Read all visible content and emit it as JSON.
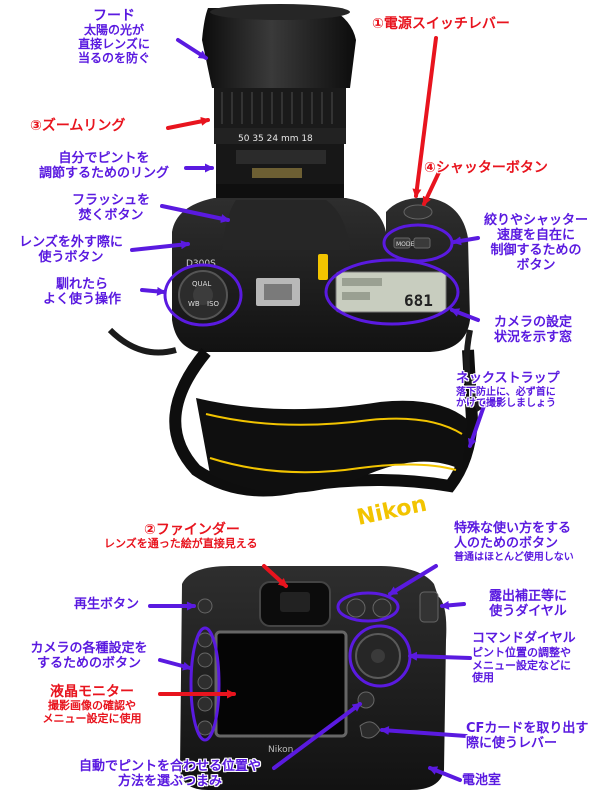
{
  "colors": {
    "purple": "#5a1ae0",
    "red": "#e8141e",
    "camera_body": "#1b1b1b",
    "lcd_panel": "#c8cdbf",
    "nikon_yellow": "#f2c400"
  },
  "lens_zoom_markings": "50  35  24  mm 18",
  "top_panel_readout": "681",
  "brand": "Nikon",
  "model_badge": "D300S",
  "labels": {
    "hood": {
      "title": "フード",
      "desc1": "太陽の光が",
      "desc2": "直接レンズに",
      "desc3": "当るのを防ぐ"
    },
    "power_switch": "①電源スイッチレバー",
    "zoom_ring": "③ズームリング",
    "focus_ring": {
      "line1": "自分でピントを",
      "line2": "調節するためのリング"
    },
    "shutter": "④シャッターボタン",
    "flash_button": {
      "line1": "フラッシュを",
      "line2": "焚くボタン"
    },
    "aperture_shutter": {
      "line1": "絞りやシャッター",
      "line2": "速度を自在に",
      "line3": "制御するための",
      "line4": "ボタン"
    },
    "lens_release": {
      "line1": "レンズを外す際に",
      "line2": "使うボタン"
    },
    "mode_dial": {
      "line1": "馴れたら",
      "line2": "よく使う操作"
    },
    "status_window": {
      "line1": "カメラの設定",
      "line2": "状況を示す窓"
    },
    "strap": {
      "title": "ネックストラップ",
      "desc1": "落下防止に、必ず首に",
      "desc2": "かけて撮影しましょう"
    },
    "viewfinder": {
      "title": "②ファインダー",
      "desc": "レンズを通った絵が直接見える"
    },
    "special_button": {
      "line1": "特殊な使い方をする",
      "line2": "人のためのボタン",
      "desc": "普通はほとんど使用しない"
    },
    "playback": "再生ボタン",
    "exposure_dial": {
      "line1": "露出補正等に",
      "line2": "使うダイヤル"
    },
    "menu_buttons": {
      "line1": "カメラの各種設定を",
      "line2": "するためのボタン"
    },
    "command_dial": {
      "title": "コマンドダイヤル",
      "desc1": "ピント位置の調整や",
      "desc2": "メニュー設定などに",
      "desc3": "使用"
    },
    "lcd_monitor": {
      "title": "液晶モニター",
      "desc1": "撮影画像の確認や",
      "desc2": "メニュー設定に使用"
    },
    "cf_lever": {
      "line1": "CFカードを取り出す",
      "line2": "際に使うレバー"
    },
    "af_selector": {
      "line1": "自動でピントを合わせる位置や",
      "line2": "方法を選ぶつまみ"
    },
    "battery": "電池室"
  }
}
